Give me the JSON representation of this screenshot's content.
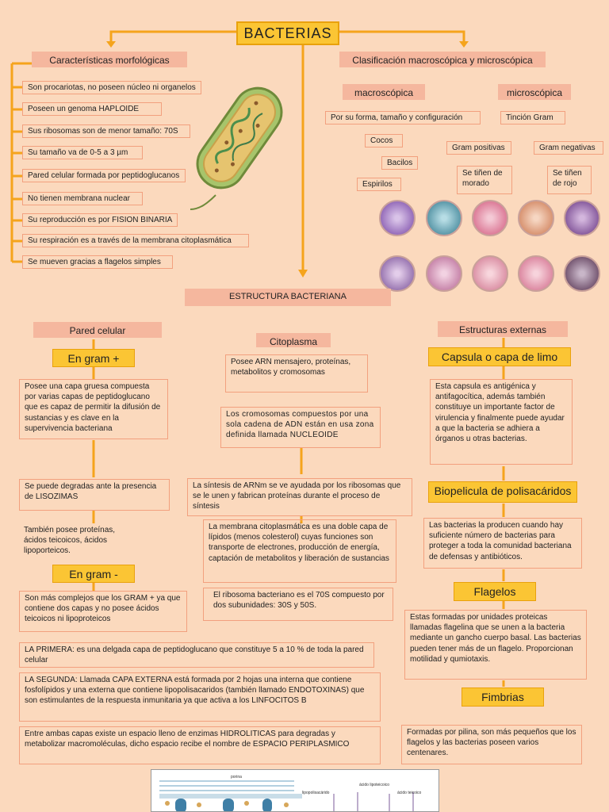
{
  "title": "BACTERIAS",
  "morfologia": {
    "header": "Características morfológicas",
    "items": [
      "Son procariotas, no poseen núcleo ni organelos",
      "Poseen un genoma HAPLOIDE",
      "Sus ribosomas son de menor tamaño: 70S",
      "Su tamaño va de 0-5 a 3 µm",
      "Pared celular formada por peptidoglucanos",
      "No tienen membrana nuclear",
      "Su reproducción es por FISION BINARIA",
      "Su respiración es a través de la membrana citoplasmática",
      "Se mueven gracias a flagelos simples"
    ]
  },
  "clasificacion": {
    "header": "Clasificación macroscópica y microscópica",
    "macro": {
      "header": "macroscópica",
      "criterio": "Por su forma, tamaño y configuración",
      "formas": [
        "Cocos",
        "Bacilos",
        "Espirilos"
      ]
    },
    "micro": {
      "header": "microscópica",
      "tincion": "Tinción Gram",
      "gram_pos": "Gram positivas",
      "gram_neg": "Gram negativas",
      "gram_pos_color": "Se tiñen de morado",
      "gram_neg_color": "Se tiñen de rojo"
    }
  },
  "estructura": {
    "header": "ESTRUCTURA BACTERIANA",
    "pared": {
      "header": "Pared celular",
      "gram_pos_label": "En gram +",
      "gram_pos_desc": "Posee una capa gruesa compuesta por  varias capas de peptidoglucano que es  capaz de permitir la difusión de  sustancias y es clave en la supervivencia bacteriana",
      "lisozimas": "Se puede degradas ante la presencia de LISOZIMAS",
      "proteinas": "También posee proteínas, ácidos teicoicos, ácidos lipoporteicos.",
      "gram_neg_label": "En gram -",
      "gram_neg_desc": "Son más complejos que los GRAM + ya que contiene dos capas y no posee ácidos teicoicos ni lipoproteicos",
      "primera": "LA PRIMERA: es una delgada capa de peptidoglucano que constituye 5 a 10 % de toda la pared celular",
      "segunda": "LA SEGUNDA: Llamada CAPA EXTERNA está formada por 2 hojas una interna que contiene  fosfolípidos y una externa que contiene lipopolisacaridos (también llamado ENDOTOXINAS) que son estimulantes de la respuesta inmunitaria ya que activa a los LINFOCITOS B",
      "periplasmico": "Entre ambas capas existe un espacio lleno de enzimas HIDROLITICAS para degradas y metabolizar macromoléculas, dicho espacio recibe el nombre de ESPACIO PERIPLASMICO"
    },
    "citoplasma": {
      "header": "Citoplasma",
      "arn": "Posee ARN mensajero, proteínas, metabolitos y cromosomas",
      "nucleoide": "Los cromosomas compuestos por una sola cadena de ADN están en usa zona definida llamada NUCLEOIDE",
      "sintesis": "La síntesis de ARNm se ve ayudada por los ribosomas que se le unen y fabrican proteínas durante el proceso de síntesis",
      "membrana": "La membrana citoplasmática es una doble capa de lípidos (menos colesterol) cuyas funciones son  transporte de electrones, producción de energía, captación de metabolitos y liberación de sustancias",
      "ribosoma": "El ribosoma bacteriano es el 70S compuesto por dos  subunidades: 30S y 50S."
    },
    "externas": {
      "header": "Estructuras externas",
      "capsula_label": "Capsula o capa de limo",
      "capsula_desc": "Esta capsula es antigénica y antifagocítica, además también constituye un importante factor de  virulencia y finalmente puede ayudar a que la bacteria se adhiera a  órganos u otras bacterias.",
      "biopelicula_label": "Biopelicula de polisacáridos",
      "biopelicula_desc": "Las bacterias la producen cuando hay  suficiente número de bacterias para  proteger a toda la comunidad bacteriana de defensas y antibióticos.",
      "flagelos_label": "Flagelos",
      "flagelos_desc": "Estas formadas por unidades proteicas llamadas flagelina que se unen a la bacteria mediante un gancho cuerpo basal. Las  bacterias pueden tener más de un flagelo.  Proporcionan motilidad y qumiotaxis.",
      "fimbrias_label": "Fimbrias",
      "fimbrias_desc": "Formadas por pilina, son más pequeños que los  flagelos y las bacterias poseen varios centenares."
    }
  },
  "diagram_labels": [
    "porina",
    "lipopolisacárido",
    "ácido lipoteicoico",
    "ácido teicoico"
  ],
  "colors": {
    "background": "#fbd9bd",
    "header": "#f5b79e",
    "accent": "#fbc534",
    "lines": "#f5a41c",
    "border": "#f2a07e"
  }
}
